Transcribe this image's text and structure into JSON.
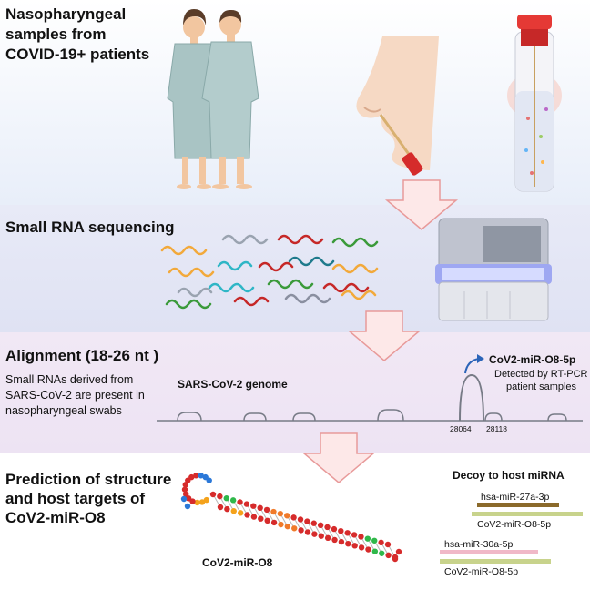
{
  "sections": {
    "samples": {
      "title_lines": [
        "Nasopharyngeal",
        "samples from",
        "COVID-19+ patients"
      ]
    },
    "sequencing": {
      "title": "Small RNA sequencing"
    },
    "alignment": {
      "title": "Alignment (18-26 nt )",
      "desc_lines": [
        "Small RNAs derived from",
        "SARS-CoV-2 are present in",
        "nasopharyngeal swabs"
      ],
      "genome_label": "SARS-CoV-2 genome",
      "mirna_label": "CoV2-miR-O8-5p",
      "detected_lines": [
        "Detected by RT-PCR in",
        "patient samples"
      ],
      "tick_left": "28064",
      "tick_right": "28118"
    },
    "prediction": {
      "title_lines": [
        "Prediction of structure",
        "and host targets of",
        "CoV2-miR-O8"
      ],
      "structure_label": "CoV2-miR-O8",
      "decoy_title": "Decoy to host miRNA",
      "pairs": [
        {
          "host": "hsa-miR-27a-3p",
          "viral": "CoV2-miR-O8-5p"
        },
        {
          "host": "hsa-miR-30a-5p",
          "viral": "CoV2-miR-O8-5p"
        }
      ]
    }
  },
  "colors": {
    "panel1": "#eef3fb",
    "panel2": "#e4e7f6",
    "panel3": "#f0e6f4",
    "panel4": "#ffffff",
    "arrow_fill": "#fde8e8",
    "arrow_stroke": "#e89a9a",
    "gown": "#a9c4c4",
    "tube_cap": "#e53935",
    "host_bar1": "#8b6a2b",
    "viral_bar": "#c8d38c",
    "host_bar2": "#f0b8c8"
  }
}
